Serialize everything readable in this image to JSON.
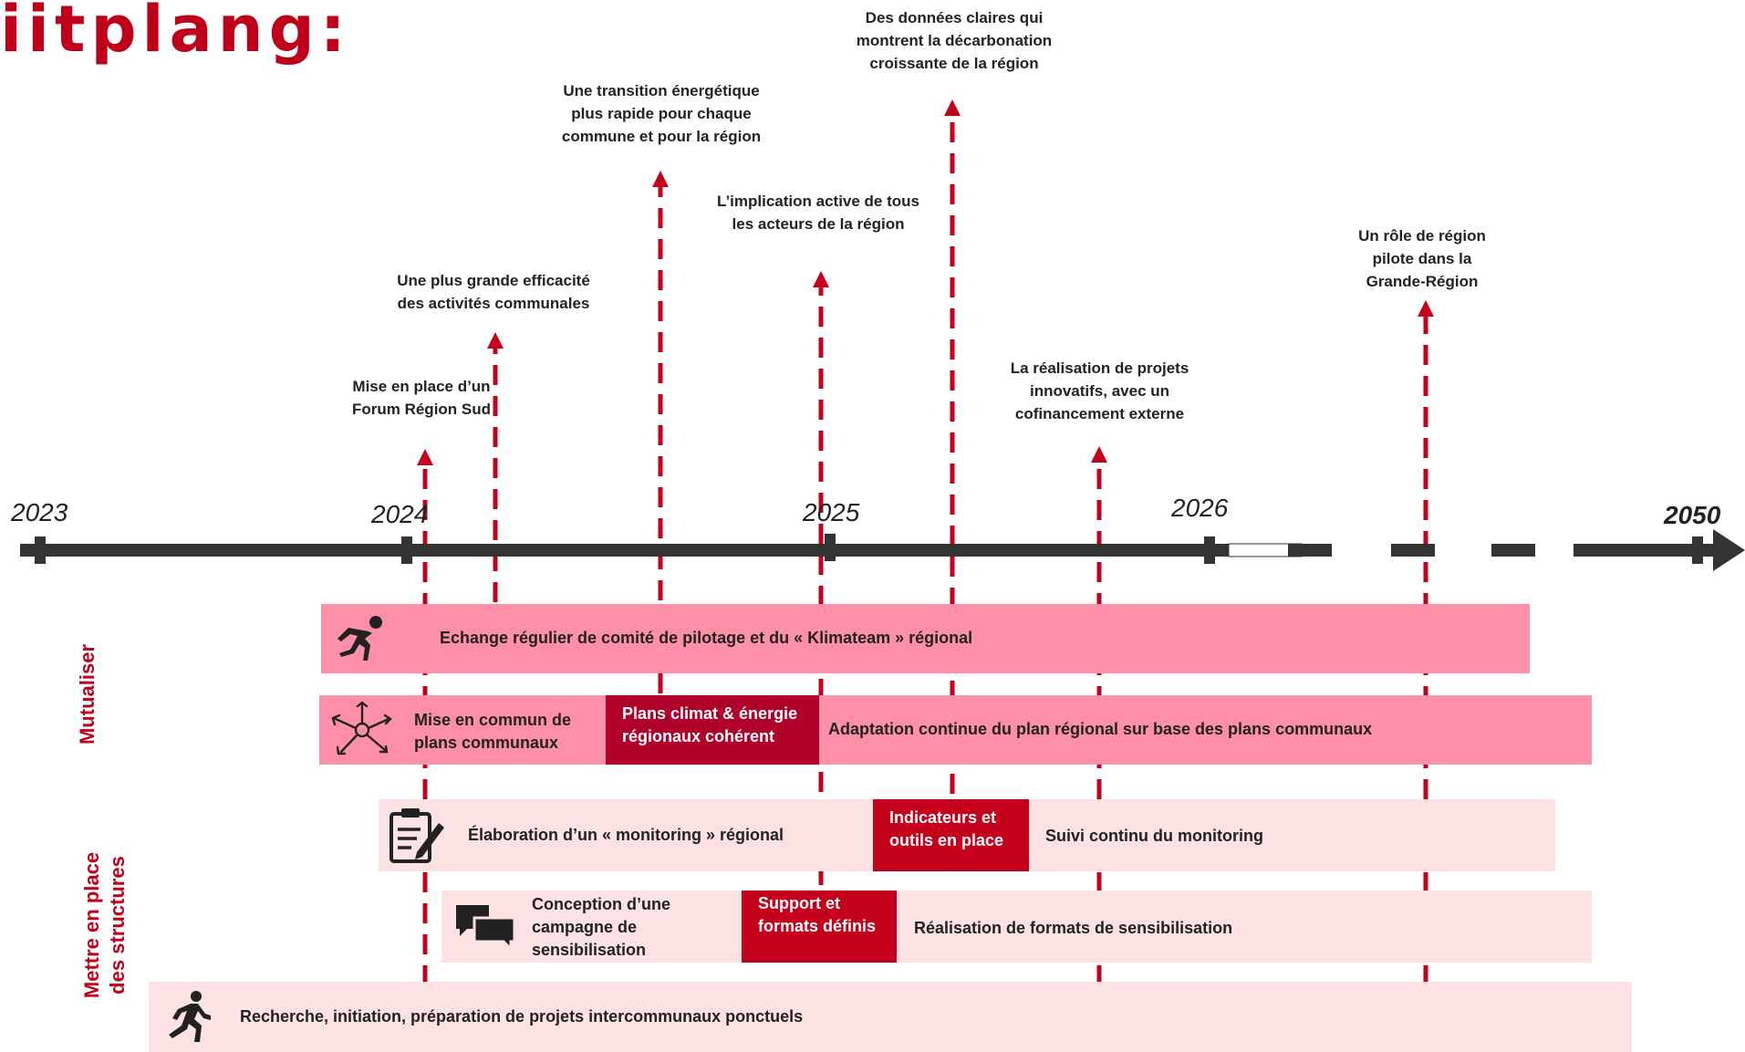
{
  "title": "iitplang:",
  "colors": {
    "accent": "#c0001a",
    "timeline": "#333333",
    "bar_pink": "#fe8fa8",
    "bar_light": "#fde2e4",
    "milestone_red": "#c5001c"
  },
  "years": [
    "2023",
    "2024",
    "2025",
    "2026",
    "2050"
  ],
  "outcomes": [
    {
      "text": "Mise en place d’un Forum Région Sud"
    },
    {
      "text": "Une plus grande efficacité des activités communales"
    },
    {
      "text": "Une transition énergétique plus rapide pour chaque commune et pour la région"
    },
    {
      "text": "L’implication active de tous les acteurs de la région"
    },
    {
      "text": "Des données claires qui montrent la décarbonation croissante de la région"
    },
    {
      "text": "La réalisation de projets innovatifs, avec un cofinancement externe"
    },
    {
      "text": "Un rôle de région pilote dans la Grande-Région"
    }
  ],
  "side_labels": {
    "mutualiser": "Mutualiser",
    "structures_line1": "Mettre en place",
    "structures_line2": "des structures"
  },
  "bars": {
    "b1": {
      "text": "Echange régulier de comité de pilotage et du « Klimateam » régional",
      "icon": "crouching-runner-icon"
    },
    "b2": {
      "seg1": "Mise en commun de plans communaux",
      "milestone": "Plans climat & énergie régionaux cohérent",
      "seg2": "Adaptation continue du plan régional sur base des plans communaux",
      "icon": "joined-hands-icon"
    },
    "b3": {
      "seg1": "Élaboration d’un « monitoring » régional",
      "milestone": "Indicateurs et outils en place",
      "seg2": "Suivi continu du monitoring",
      "icon": "clipboard-pencil-icon"
    },
    "b4": {
      "seg1": "Conception d’une campagne de sensibilisation",
      "milestone": "Support et formats définis",
      "seg2": "Réalisation de formats de sensibilisation",
      "icon": "speech-bubbles-icon"
    },
    "b5": {
      "text": "Recherche, initiation, préparation de projets intercommunaux ponctuels",
      "icon": "running-person-icon"
    }
  }
}
